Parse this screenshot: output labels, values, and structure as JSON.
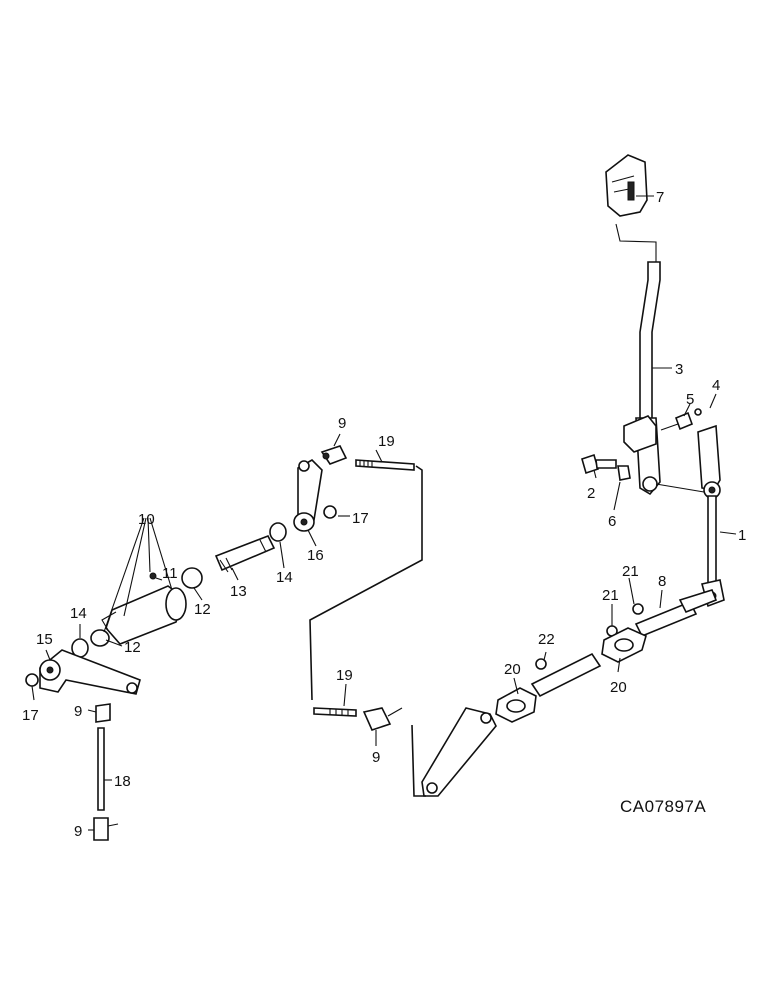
{
  "drawing_code": "CA07897A",
  "callouts": {
    "c1": "1",
    "c2": "2",
    "c3": "3",
    "c4": "4",
    "c5": "5",
    "c6": "6",
    "c7": "7",
    "c8": "8",
    "c9a": "9",
    "c9b": "9",
    "c9c": "9",
    "c9d": "9",
    "c10": "10",
    "c11": "11",
    "c12a": "12",
    "c12b": "12",
    "c13": "13",
    "c14a": "14",
    "c14b": "14",
    "c15": "15",
    "c16": "16",
    "c17a": "17",
    "c17b": "17",
    "c18": "18",
    "c19a": "19",
    "c19b": "19",
    "c20a": "20",
    "c20b": "20",
    "c21a": "21",
    "c21b": "21",
    "c22": "22"
  }
}
